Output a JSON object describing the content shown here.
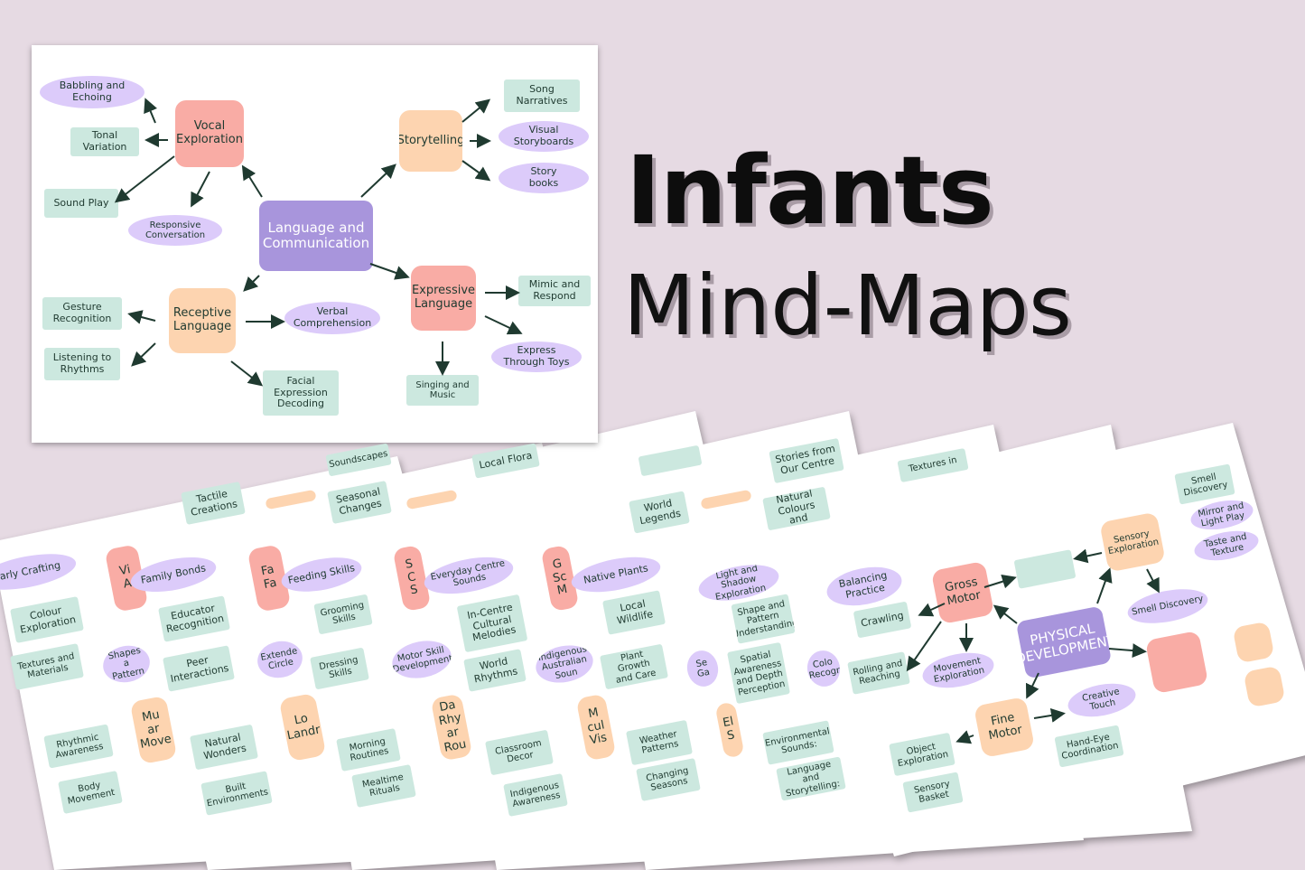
{
  "title": {
    "line1": "Infants",
    "line2": "Mind-Maps"
  },
  "main_map": {
    "nodes": [
      "Babbling and\nEchoing",
      "Vocal\nExploration",
      "Tonal\nVariation",
      "Sound Play",
      "Responsive\nConversation",
      "Language and\nCommunication",
      "Storytelling",
      "Song\nNarratives",
      "Visual\nStoryboards",
      "Story\nbooks",
      "Expressive\nLanguage",
      "Mimic and\nRespond",
      "Express\nThrough Toys",
      "Singing and\nMusic",
      "Receptive\nLanguage",
      "Gesture\nRecognition",
      "Listening to\nRhythms",
      "Verbal\nComprehension",
      "Facial\nExpression\nDecoding"
    ]
  },
  "stack_maps": {
    "nodes": [
      "Tactile\nCreations",
      "Soundscapes",
      "Seasonal\nChanges",
      "Local Flora",
      "World\nLegends",
      "Stories from\nOur Centre",
      "Natural\nColours and",
      "Textures in",
      "Early Crafting",
      "Colour\nExploration",
      "Textures and\nMaterials",
      "Shapes a\nPattern",
      "Rhythmic\nAwareness",
      "Body\nMovement",
      "Vi\nA",
      "Mu\nar\nMove",
      "Family Bonds",
      "Educator\nRecognition",
      "Peer\nInteractions",
      "Extende\nCircle",
      "Natural\nWonders",
      "Built\nEnvironments",
      "Fa\nFa",
      "Lo\nLandr",
      "Feeding Skills",
      "Grooming\nSkills",
      "Dressing\nSkills",
      "Motor Skill\nDevelopment",
      "Morning\nRoutines",
      "Mealtime\nRituals",
      "S\nC\nS",
      "Da\nRhy\nar\nRou",
      "Everyday Centre\nSounds",
      "In-Centre\nCultural\nMelodies",
      "World\nRhythms",
      "Indigenous\nAustralian Soun",
      "Classroom\nDecor",
      "Indigenous\nAwareness",
      "G\nSc\nM",
      "M\ncul\nVis",
      "Native Plants",
      "Local\nWildlife",
      "Plant Growth\nand Care",
      "Se\nGa",
      "Weather\nPatterns",
      "Changing\nSeasons",
      "El\nS",
      "Light and Shadow\nExploration",
      "Shape and\nPattern\nUnderstanding",
      "Spatial\nAwareness\nand Depth\nPerception",
      "Colo\nRecogr",
      "Environmental\nSounds:",
      "Language and\nStorytelling:",
      "Balancing\nPractice",
      "Crawling",
      "Rolling and\nReaching",
      "Movement\nExploration",
      "Gross\nMotor",
      "PHYSICAL\nDEVELOPMENT",
      "Sensory\nExploration",
      "Smell\nDiscovery",
      "Mirror and\nLight Play",
      "Taste and\nTexture",
      "Smell Discovery",
      "Fine\nMotor",
      "Creative\nTouch",
      "Object\nExploration",
      "Sensory\nBasket",
      "Hand-Eye\nCoordination"
    ]
  },
  "colors": {
    "background": "#e6dae3",
    "green": "#cce8df",
    "purple": "#dccbfa",
    "pink": "#f9aca5",
    "peach": "#fdd4b0",
    "center": "#a895dc",
    "text": "#1f3a30"
  }
}
